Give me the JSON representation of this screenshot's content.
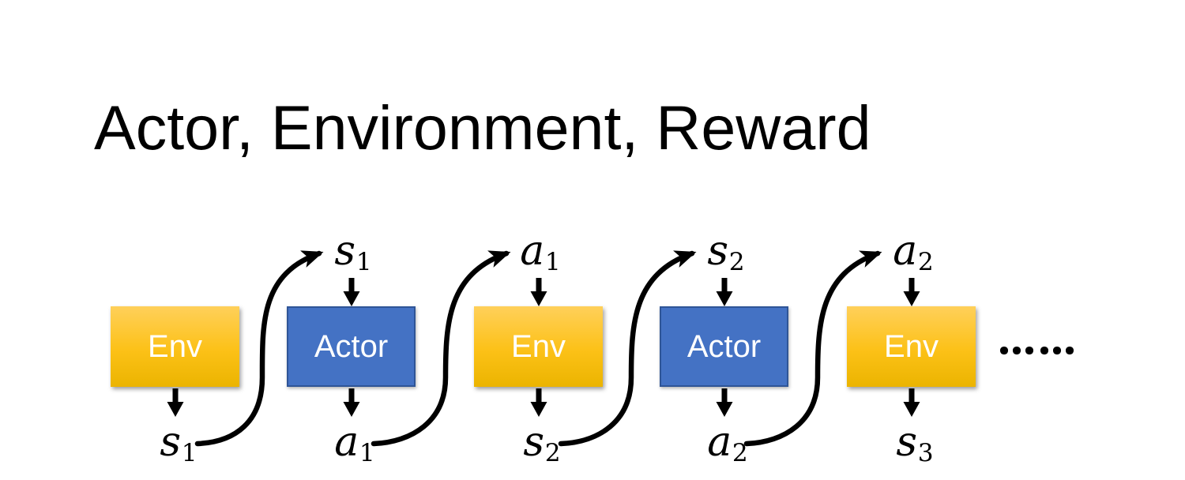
{
  "slide": {
    "title": "Actor, Environment, Reward"
  },
  "diagram": {
    "boxes": [
      {
        "id": "env-1",
        "type": "env",
        "label": "Env"
      },
      {
        "id": "actor-1",
        "type": "actor",
        "label": "Actor"
      },
      {
        "id": "env-2",
        "type": "env",
        "label": "Env"
      },
      {
        "id": "actor-2",
        "type": "actor",
        "label": "Actor"
      },
      {
        "id": "env-3",
        "type": "env",
        "label": "Env"
      }
    ],
    "top_labels": [
      {
        "base": "s",
        "sub": "1"
      },
      {
        "base": "a",
        "sub": "1"
      },
      {
        "base": "s",
        "sub": "2"
      },
      {
        "base": "a",
        "sub": "2"
      }
    ],
    "bottom_labels": [
      {
        "base": "s",
        "sub": "1"
      },
      {
        "base": "a",
        "sub": "1"
      },
      {
        "base": "s",
        "sub": "2"
      },
      {
        "base": "a",
        "sub": "2"
      },
      {
        "base": "s",
        "sub": "3"
      }
    ],
    "continuation_dots": 6
  },
  "colors": {
    "env_gradient_top": "#FFD05A",
    "env_gradient_mid": "#FCC117",
    "env_gradient_bottom": "#EBB400",
    "actor_fill": "#4472C4",
    "actor_border": "#2F5597",
    "box_text": "#FFFFFF",
    "arrow": "#000000",
    "title": "#000000",
    "background": "#FFFFFF"
  }
}
